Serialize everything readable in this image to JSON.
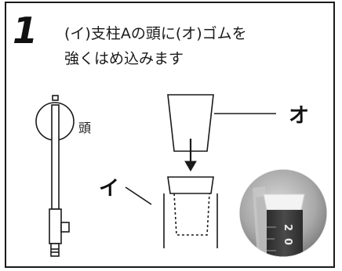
{
  "step": {
    "number": "1",
    "instruction_line1": "(イ)支柱Aの頭に(オ)ゴムを",
    "instruction_line2": "強くはめ込みます"
  },
  "labels": {
    "head": "頭",
    "rubber": "オ",
    "post": "イ"
  },
  "photo": {
    "markings": [
      "2",
      "0"
    ]
  },
  "colors": {
    "line": "#1a1a1a",
    "photo_bg": "#9a9a9a",
    "photo_tube": "#3a3a3a"
  }
}
